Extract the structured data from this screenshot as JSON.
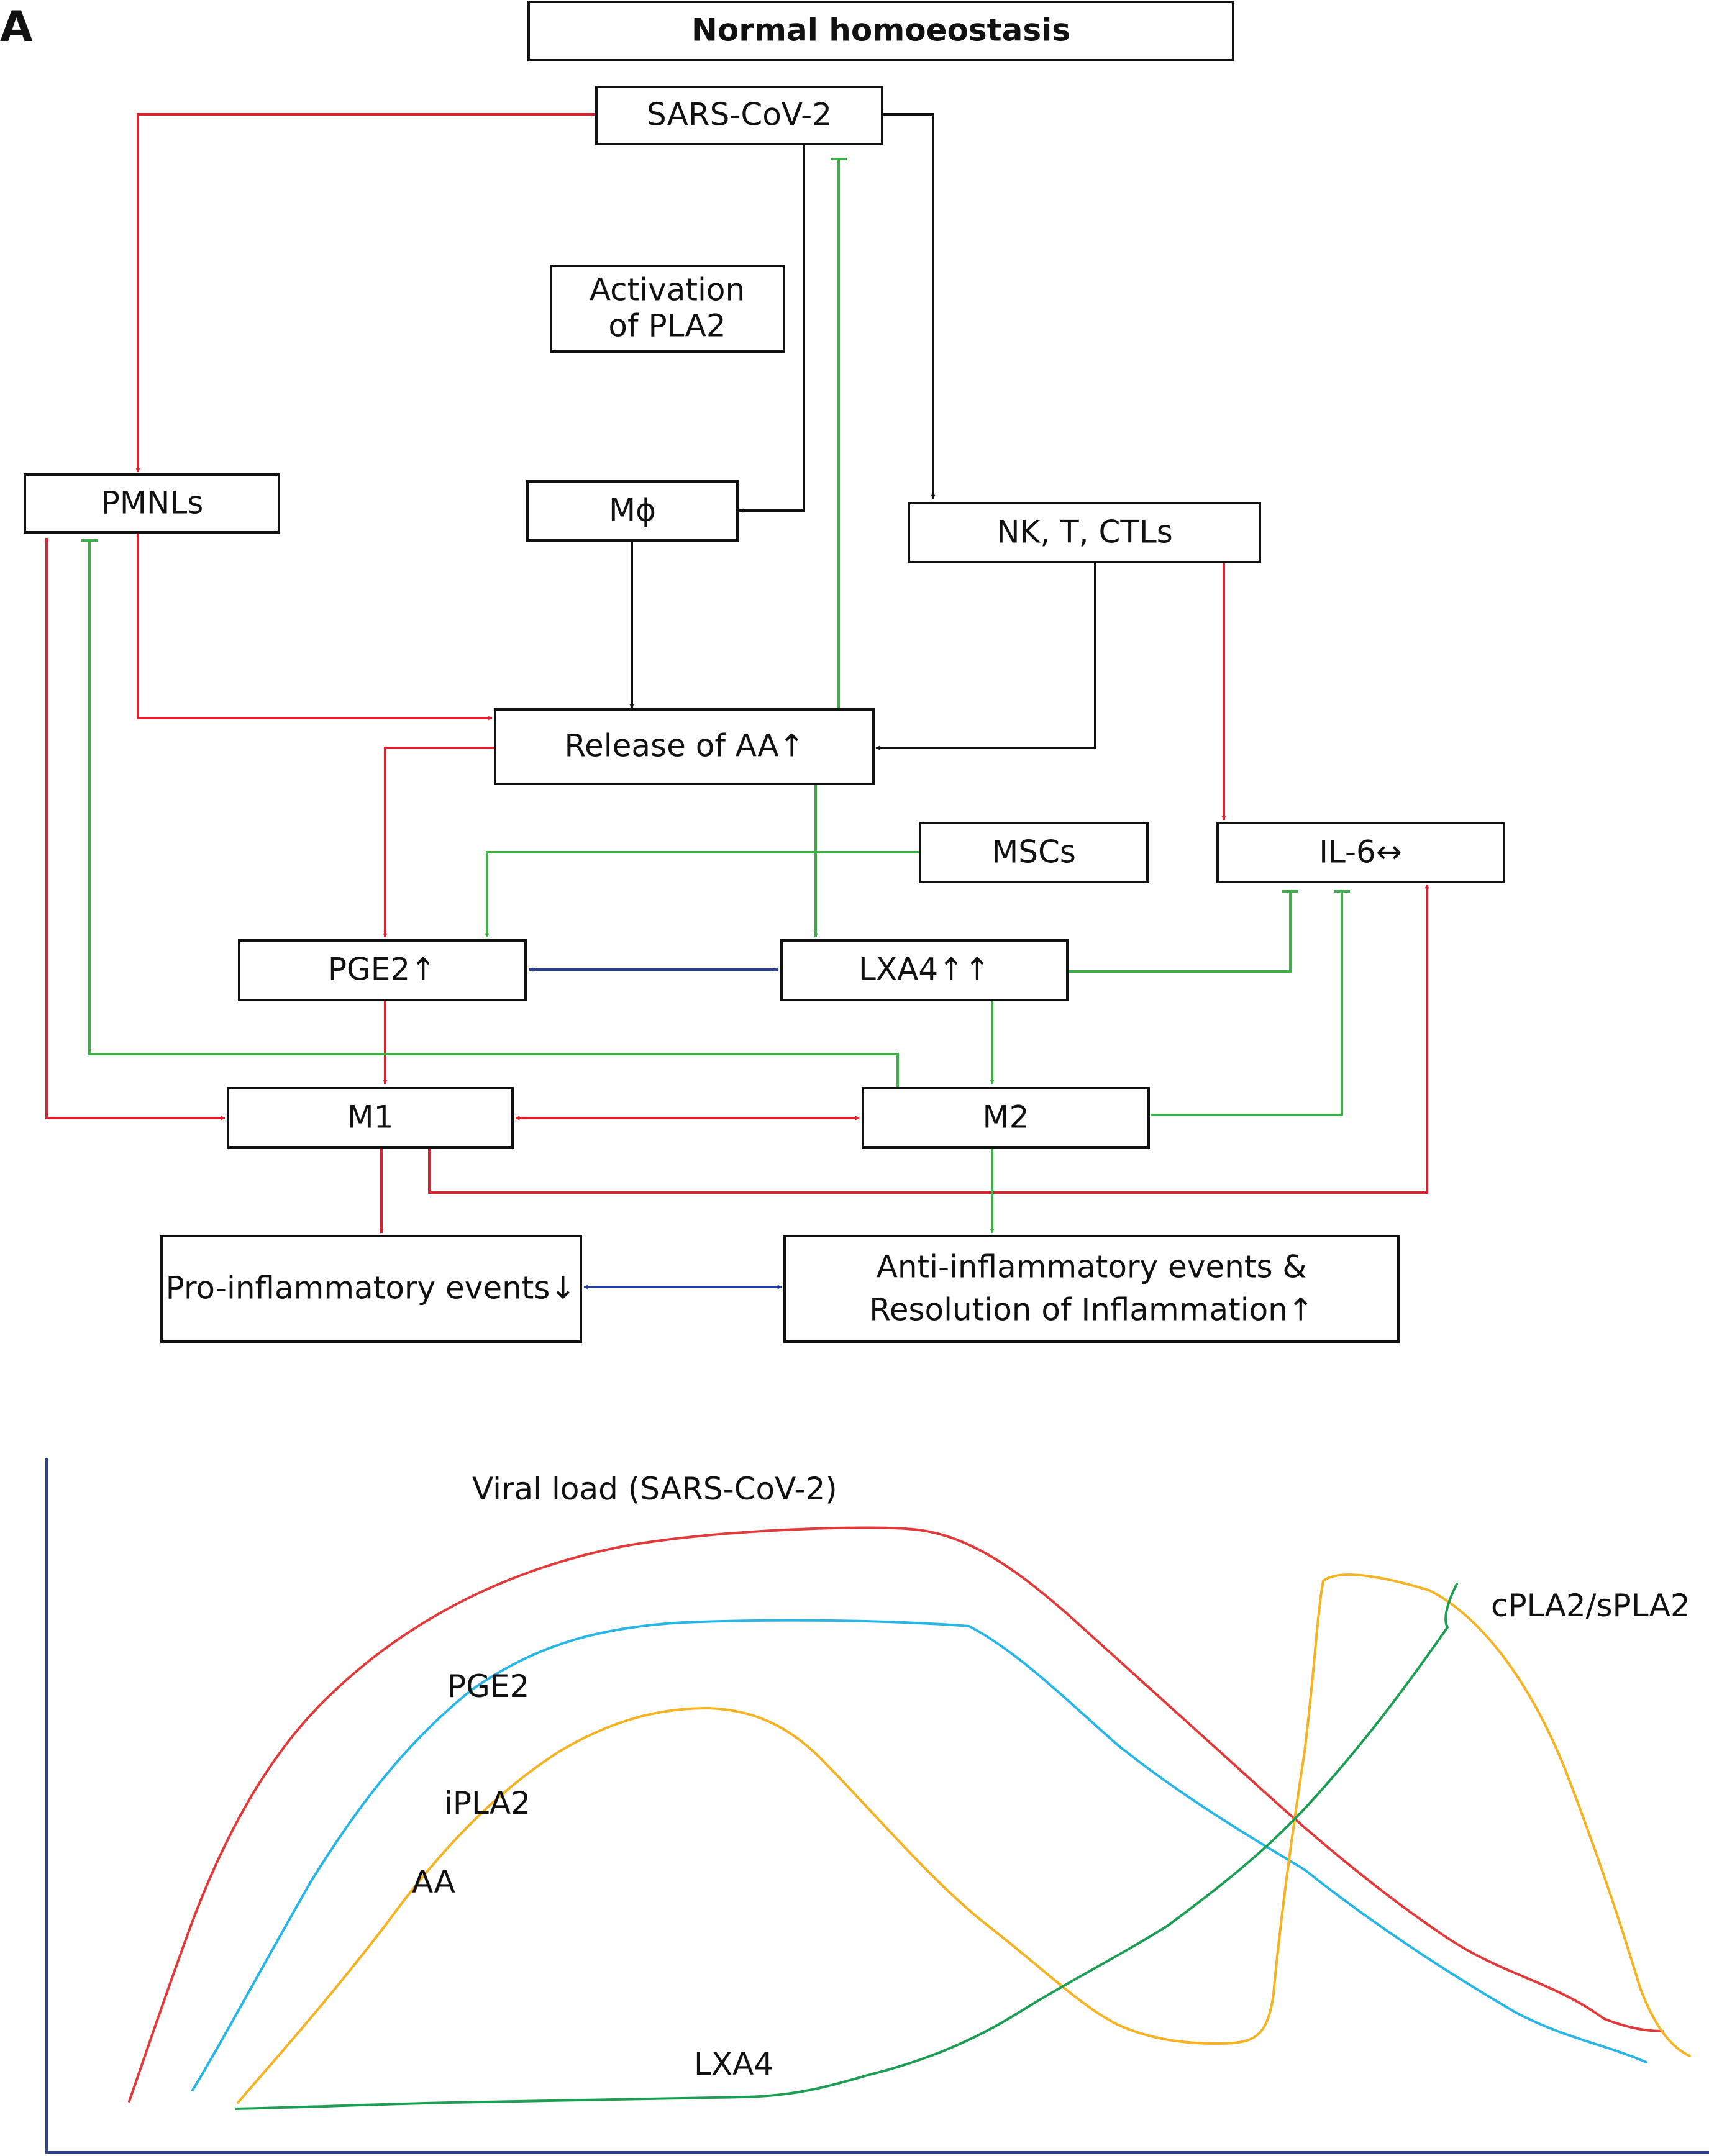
{
  "panel_label": "A",
  "diagram": {
    "nodes": [
      {
        "id": "homeostasis",
        "label": "Normal homoeostasis"
      },
      {
        "id": "sars",
        "label": "SARS-CoV-2"
      },
      {
        "id": "pla2",
        "label_line1": "Activation",
        "label_line2": "of PLA2"
      },
      {
        "id": "pmnl",
        "label": "PMNLs"
      },
      {
        "id": "mphi",
        "label": "Mϕ"
      },
      {
        "id": "nk",
        "label": "NK, T, CTLs"
      },
      {
        "id": "aa",
        "label": "Release of AA↑"
      },
      {
        "id": "mscs",
        "label": "MSCs"
      },
      {
        "id": "il6",
        "label": "IL-6↔"
      },
      {
        "id": "pge2",
        "label": "PGE2↑"
      },
      {
        "id": "lxa4",
        "label": "LXA4↑↑"
      },
      {
        "id": "m1",
        "label": "M1"
      },
      {
        "id": "m2",
        "label": "M2"
      },
      {
        "id": "pro",
        "label": "Pro-inflammatory events↓"
      },
      {
        "id": "anti",
        "label_line1": "Anti-inflammatory events &",
        "label_line2": "Resolution of Inflammation↑"
      }
    ],
    "edges": [
      {
        "from": "sars",
        "to": "pmnl",
        "type": "activation",
        "color": "red"
      },
      {
        "from": "sars",
        "to": "mphi",
        "type": "activation",
        "color": "black"
      },
      {
        "from": "sars",
        "to": "nk",
        "type": "activation",
        "color": "black"
      },
      {
        "from": "aa",
        "to": "sars",
        "type": "inhibition",
        "color": "green"
      },
      {
        "from": "pmnl",
        "to": "aa",
        "type": "activation",
        "color": "red"
      },
      {
        "from": "mphi",
        "to": "aa",
        "type": "activation",
        "color": "black"
      },
      {
        "from": "nk",
        "to": "aa",
        "type": "activation",
        "color": "black"
      },
      {
        "from": "nk",
        "to": "il6",
        "type": "activation",
        "color": "red"
      },
      {
        "from": "aa",
        "to": "pge2",
        "type": "activation",
        "color": "red"
      },
      {
        "from": "aa",
        "to": "lxa4",
        "type": "activation",
        "color": "green"
      },
      {
        "from": "mscs",
        "to": "pge2",
        "type": "activation",
        "color": "green"
      },
      {
        "from": "pge2",
        "to": "lxa4",
        "type": "bidirectional",
        "color": "blue"
      },
      {
        "from": "lxa4",
        "to": "il6",
        "type": "inhibition",
        "color": "green"
      },
      {
        "from": "lxa4",
        "to": "m2",
        "type": "activation",
        "color": "green"
      },
      {
        "from": "pge2",
        "to": "m1",
        "type": "activation",
        "color": "red"
      },
      {
        "from": "m2",
        "to": "pmnl",
        "type": "inhibition",
        "color": "green"
      },
      {
        "from": "m1",
        "to": "pmnl",
        "type": "bidirectional",
        "color": "red"
      },
      {
        "from": "m1",
        "to": "m2",
        "type": "bidirectional",
        "color": "red"
      },
      {
        "from": "m2",
        "to": "il6",
        "type": "inhibition",
        "color": "green"
      },
      {
        "from": "m1",
        "to": "il6",
        "type": "activation",
        "color": "red"
      },
      {
        "from": "m1",
        "to": "pro",
        "type": "activation",
        "color": "red"
      },
      {
        "from": "m2",
        "to": "anti",
        "type": "activation",
        "color": "green"
      },
      {
        "from": "pro",
        "to": "anti",
        "type": "bidirectional",
        "color": "blue"
      }
    ]
  },
  "curves": [
    {
      "name": "Viral load (SARS-CoV-2)",
      "color": "#e03a3a"
    },
    {
      "name": "PGE2",
      "color": "#29b6e6"
    },
    {
      "name": "iPLA2",
      "color": "#f5b324"
    },
    {
      "name": "AA",
      "color": ""
    },
    {
      "name": "LXA4",
      "color": "#1e9e54"
    },
    {
      "name": "cPLA2/sPLA2",
      "color": "#f5b324"
    }
  ],
  "colors": {
    "red": "#d7232f",
    "black": "#111111",
    "green": "#3fae49",
    "blue": "#2a3f93",
    "axis": "#2a3f93"
  }
}
